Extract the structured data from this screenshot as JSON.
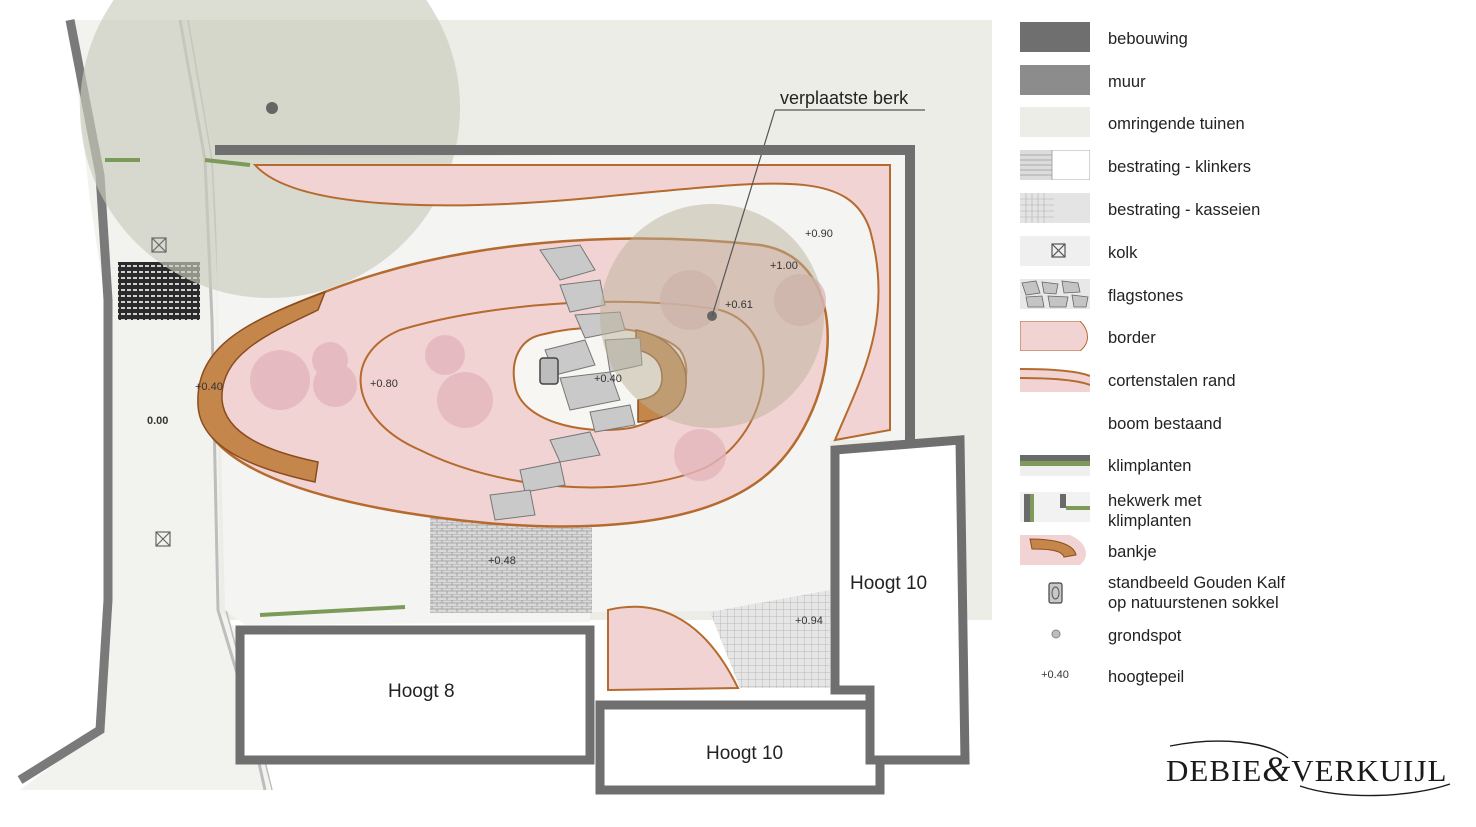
{
  "plan": {
    "callout": "verplaatste berk",
    "buildings": {
      "hoogt8": "Hoogt 8",
      "hoogt10_right": "Hoogt 10",
      "hoogt10_bottom": "Hoogt 10"
    },
    "elevations": {
      "street": "0.00",
      "e1": "+0.90",
      "e2": "+1.00",
      "e3": "+0.61",
      "e4": "+0.40",
      "e5": "+0.80",
      "e6": "+0.40",
      "e7": "+0.48",
      "e8": "+0.94"
    }
  },
  "legend": [
    {
      "key": "bebouwing",
      "label": "bebouwing"
    },
    {
      "key": "muur",
      "label": "muur"
    },
    {
      "key": "omringende",
      "label": "omringende tuinen"
    },
    {
      "key": "klinkers",
      "label": "bestrating - klinkers"
    },
    {
      "key": "kasseien",
      "label": "bestrating - kasseien"
    },
    {
      "key": "kolk",
      "label": "kolk"
    },
    {
      "key": "flagstones",
      "label": "flagstones"
    },
    {
      "key": "border",
      "label": "border"
    },
    {
      "key": "cortenstaal",
      "label": "cortenstalen rand"
    },
    {
      "key": "boom",
      "label": "boom bestaand"
    },
    {
      "key": "klimplanten",
      "label": "klimplanten"
    },
    {
      "key": "hekwerk",
      "label": "hekwerk met\nklimplanten"
    },
    {
      "key": "bankje",
      "label": "bankje"
    },
    {
      "key": "standbeeld",
      "label": "standbeeld Gouden Kalf\nop natuurstenen sokkel"
    },
    {
      "key": "grondspot",
      "label": "grondspot"
    },
    {
      "key": "hoogtepeil",
      "label": "hoogtepeil",
      "sample": "+0.40"
    }
  ],
  "logo": {
    "left": "DEBIE",
    "amp": "&",
    "right": "VERKUIJL"
  },
  "colors": {
    "building": "#6f6f6f",
    "wall": "#8c8c8c",
    "gardens": "#ecede7",
    "border": "#f2d3d3",
    "corten": "#b56a2e",
    "bench": "#c4864a",
    "tree": "#a9ad9a",
    "climbers": "#7c9a5a"
  }
}
